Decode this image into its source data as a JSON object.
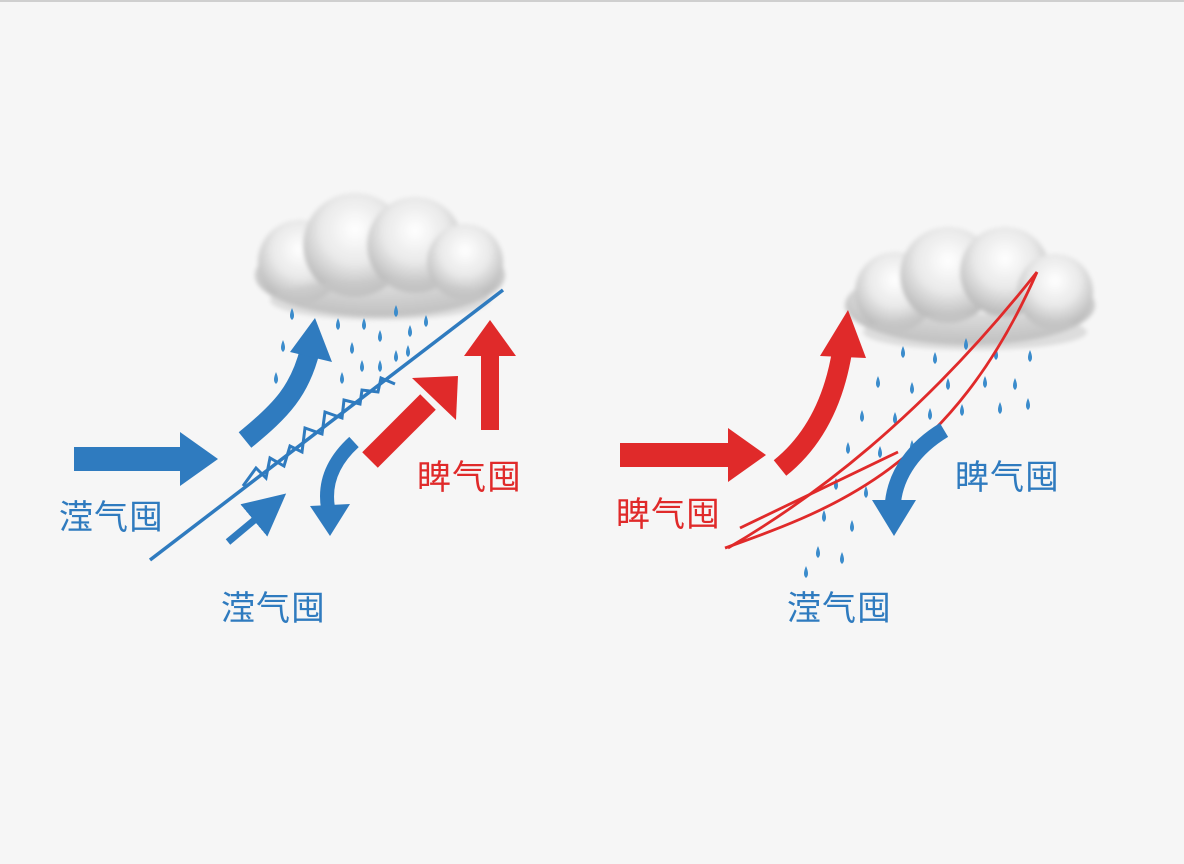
{
  "colors": {
    "cold": "#2f7bbf",
    "warm": "#e02a2a",
    "rain": "#3b8ccc",
    "background": "#f6f6f6"
  },
  "cold_front_panel": {
    "label_left": "滢气囤",
    "label_bottom": "滢气囤",
    "label_right": "睥气囤"
  },
  "warm_front_panel": {
    "label_left": "睥气囤",
    "label_right": "睥气囤",
    "label_bottom": "滢气囤"
  }
}
